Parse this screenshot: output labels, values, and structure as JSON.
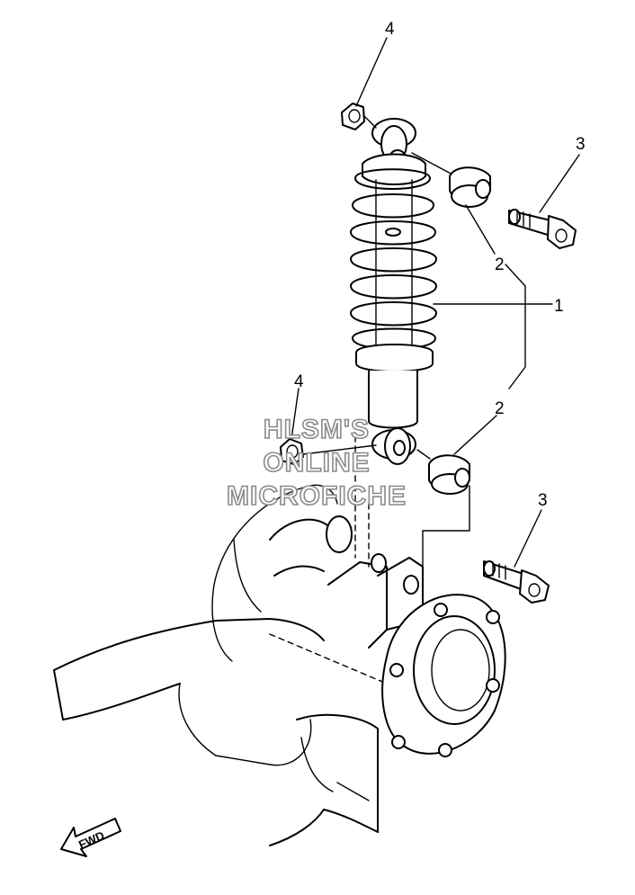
{
  "callouts": {
    "shock_absorber": "1",
    "bushing_upper": "2",
    "bushing_lower": "2",
    "bolt_upper": "3",
    "bolt_lower": "3",
    "nut_upper": "4",
    "nut_lower": "4"
  },
  "direction_label": "FWD",
  "watermark": {
    "line1": "HLSM'S",
    "line2": "ONLINE",
    "line3": "MICROFICHE"
  }
}
